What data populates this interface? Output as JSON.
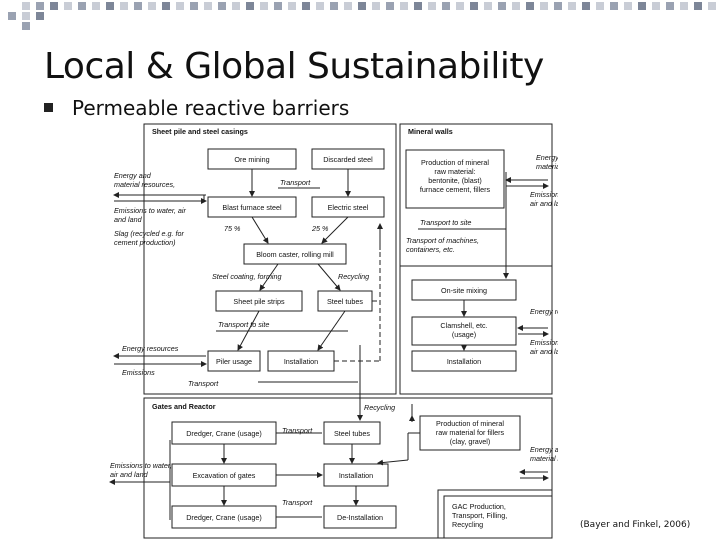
{
  "slide": {
    "title": "Local & Global Sustainability",
    "bullet": "Permeable reactive barriers",
    "citation": "(Bayer and Finkel, 2006)"
  },
  "diagram": {
    "sections": {
      "sheet_pile": "Sheet pile and steel casings",
      "mineral_walls": "Mineral walls",
      "gates_reactor": "Gates and Reactor"
    },
    "boxes": {
      "ore_mining": "Ore mining",
      "discarded_steel": "Discarded steel",
      "blast_furnace": "Blast furnace steel",
      "electric_steel": "Electric steel",
      "bloom_caster": "Bloom caster, rolling mill",
      "sheet_pile_strips": "Sheet pile strips",
      "steel_tubes_1": "Steel tubes",
      "pile_usage": "Piler usage",
      "installation_1": "Installation",
      "mineral_production": [
        "Production of mineral",
        "raw material:",
        "bentonite, (blast)",
        "furnace cement, fillers"
      ],
      "onsite_mixing": "On-site mixing",
      "clamshell": [
        "Clamshell, etc.",
        "(usage)"
      ],
      "installation_2": "Installation",
      "dredger_1": "Dredger, Crane (usage)",
      "steel_tubes_2": "Steel tubes",
      "filler_production": [
        "Production of mineral",
        "raw material for fillers",
        "(clay, gravel)"
      ],
      "excavation": "Excavation of gates",
      "installation_3": "Installation",
      "dredger_2": "Dredger, Crane (usage)",
      "de_installation": "De-Installation",
      "gac_production": [
        "GAC Production,",
        "Transport, Filling,",
        "Recycling"
      ]
    },
    "labels": {
      "energy_left_1": [
        "Energy and",
        "material resources,"
      ],
      "emissions_left_1": [
        "Emissions to water, air",
        "and land"
      ],
      "slag": [
        "Slag (recycled e.g. for",
        "cement production)"
      ],
      "transport_1": "Transport",
      "pct_75": "75 %",
      "pct_25": "25 %",
      "steel_coating": "Steel coating, forming",
      "recycling_1": "Recycling",
      "transport_to_site_1": "Transport to site",
      "energy_left_2": "Energy resources",
      "emissions_left_2": "Emissions",
      "transport_2": "Transport",
      "energy_right_1": [
        "Energy and",
        "material resources,"
      ],
      "emissions_right_1": [
        "Emissions to water,",
        "air and land"
      ],
      "transport_to_site_2": "Transport to site",
      "transport_machines": [
        "Transport of machines,",
        "containers, etc."
      ],
      "energy_right_2": "Energy resources",
      "emissions_right_2": [
        "Emissions to water,",
        "air and land"
      ],
      "recycling_2": "Recycling",
      "transport_3": "Transport",
      "emissions_left_3": [
        "Emissions to water,",
        "air and land"
      ],
      "energy_right_3": [
        "Energy and",
        "material resources"
      ],
      "transport_4": "Transport"
    }
  }
}
